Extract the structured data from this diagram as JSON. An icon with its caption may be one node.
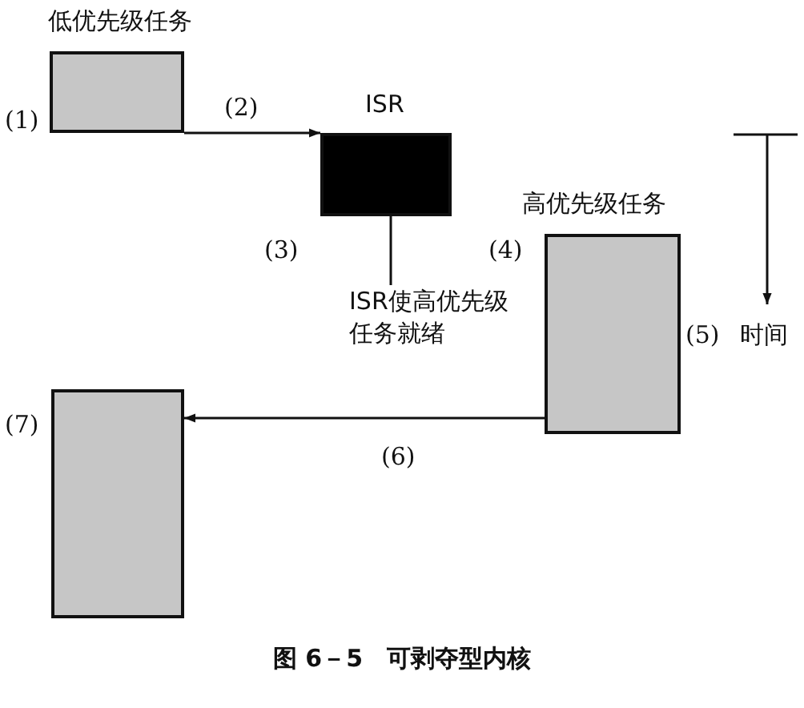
{
  "diagram": {
    "caption": "图 6－5　可剥夺型内核",
    "nodes": [
      {
        "text": [
          "低优先级任务"
        ],
        "beside": [
          "(1)"
        ]
      },
      {
        "text": [
          "ISR"
        ],
        "beside": [
          "(3)"
        ]
      },
      {
        "text": [
          "ISR使高优先级任务就绪"
        ]
      },
      {
        "text": [
          "高优先级任务"
        ],
        "beside": [
          "(4)",
          "(5)"
        ]
      },
      {
        "text": [],
        "shape": "box",
        "beside": [
          "(7)"
        ]
      }
    ],
    "edges": [
      {
        "from": 0,
        "to": 1,
        "arrow": "to",
        "label": "(2)"
      },
      {
        "from": 1,
        "to": 2,
        "arrow": "none"
      },
      {
        "from": 3,
        "to": 4,
        "arrow": "to",
        "label": "(6)"
      }
    ],
    "labels": [
      "时间"
    ]
  }
}
